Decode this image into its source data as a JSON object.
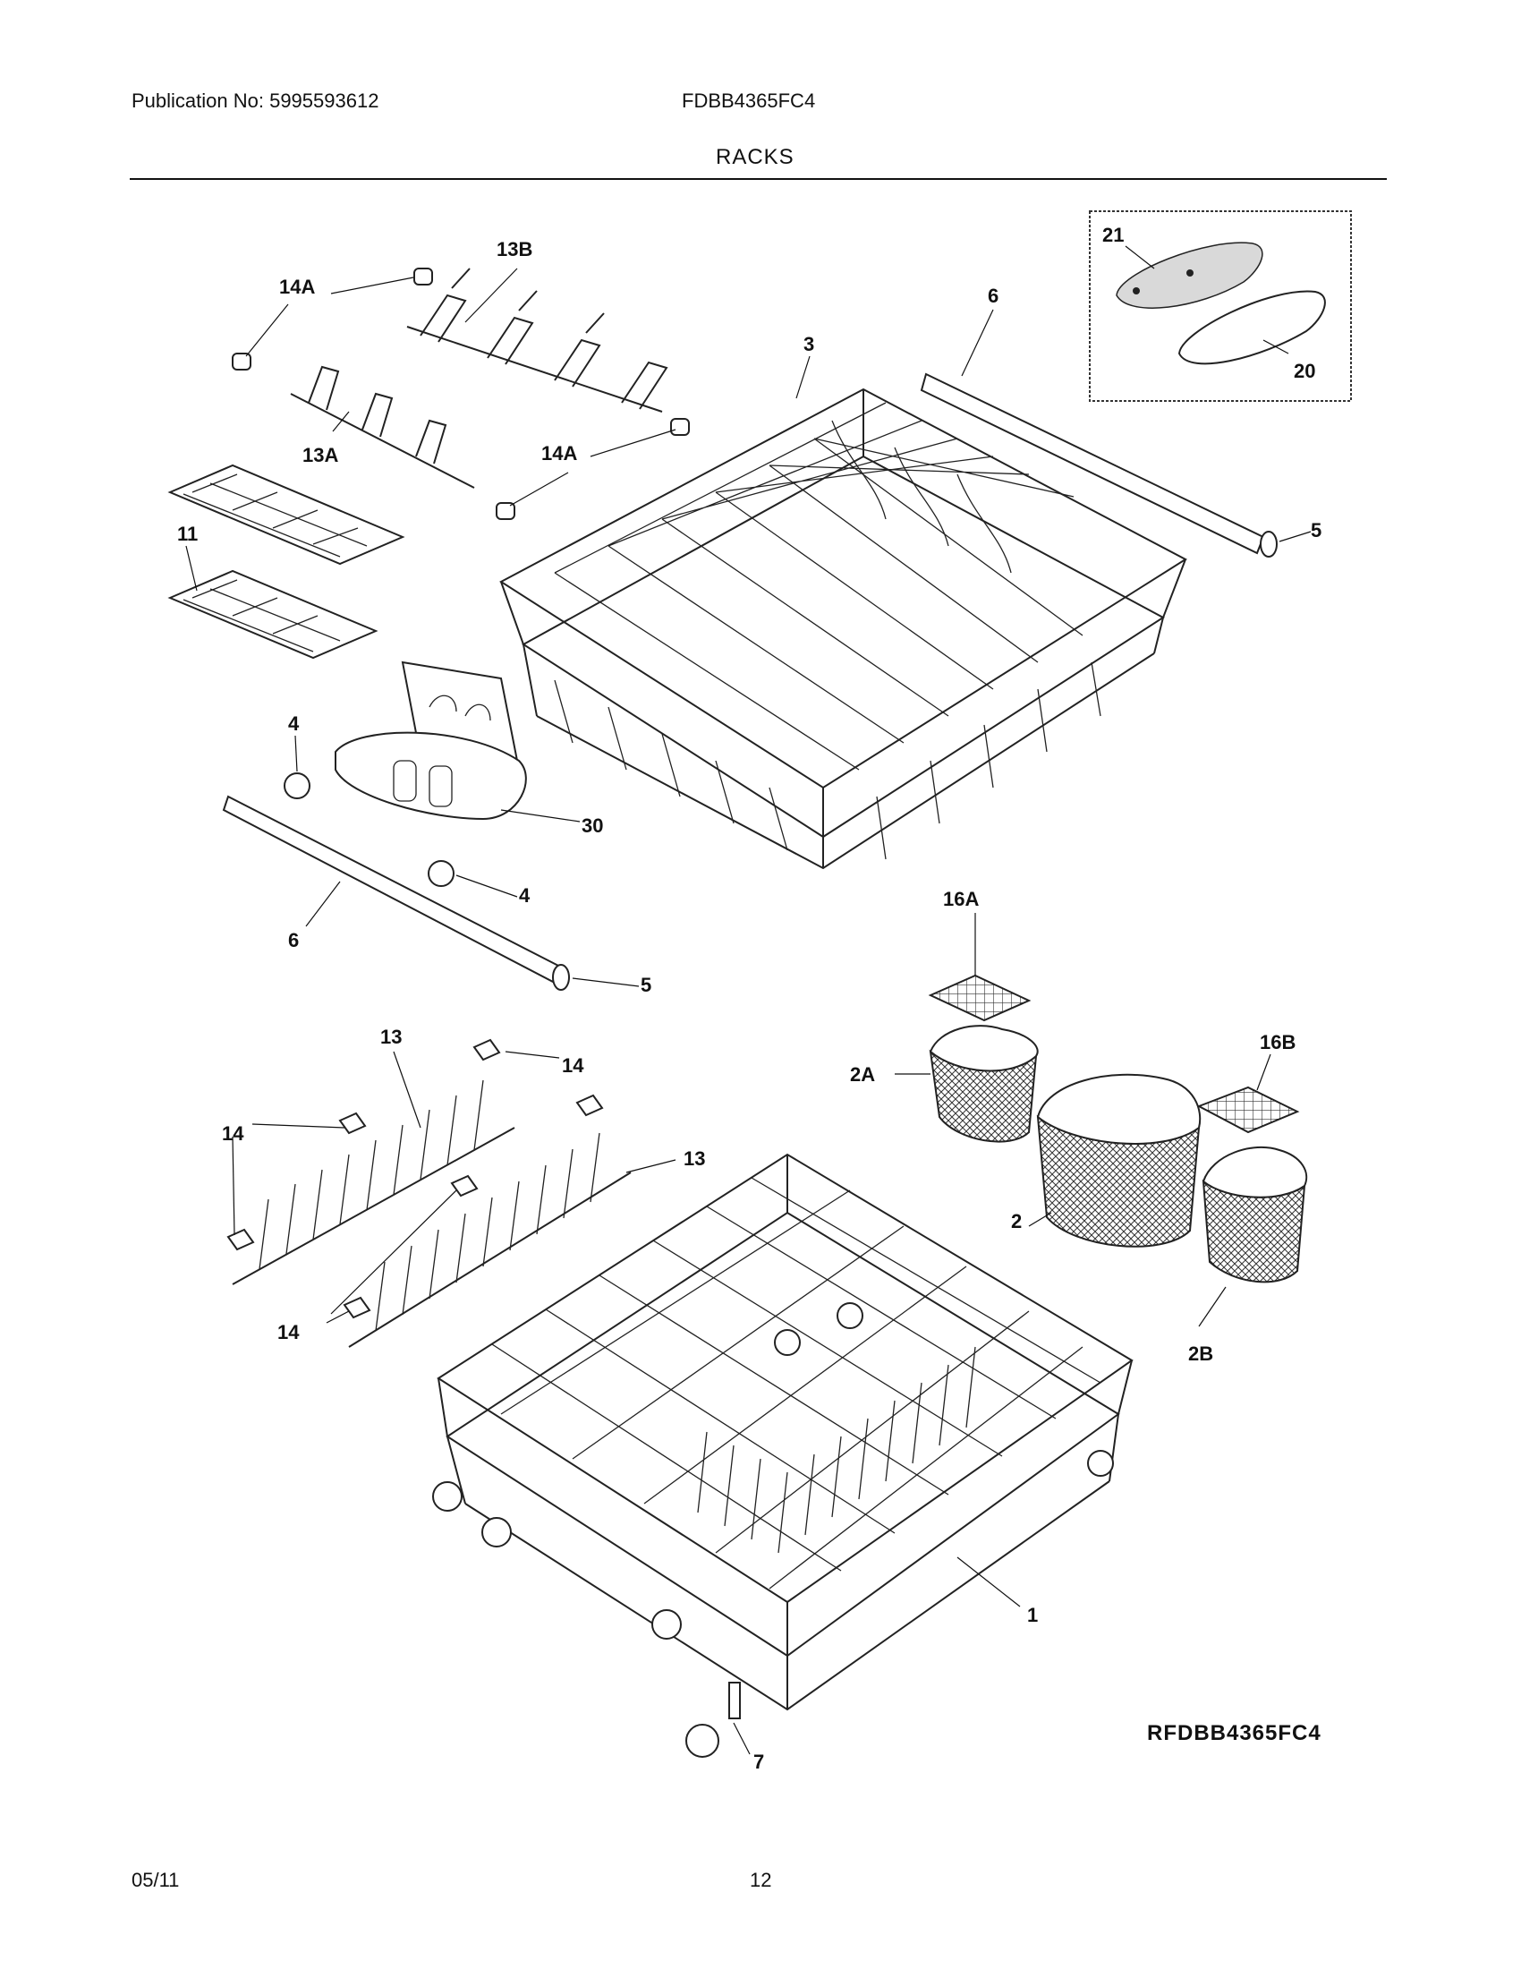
{
  "header": {
    "publication": "Publication No: 5995593612",
    "model": "FDBB4365FC4",
    "section_title": "RACKS"
  },
  "footer": {
    "date": "05/11",
    "page": "12"
  },
  "diagram": {
    "reference_code": "RFDBB4365FC4",
    "callouts": {
      "c1": "1",
      "c2": "2",
      "c2A": "2A",
      "c2B": "2B",
      "c3": "3",
      "c4a": "4",
      "c4b": "4",
      "c5a": "5",
      "c5b": "5",
      "c6a": "6",
      "c6b": "6",
      "c7": "7",
      "c11": "11",
      "c13a": "13",
      "c13b": "13",
      "c13A": "13A",
      "c13B": "13B",
      "c14a": "14",
      "c14b": "14",
      "c14c": "14",
      "c14A1": "14A",
      "c14A2": "14A",
      "c16A": "16A",
      "c16B": "16B",
      "c20": "20",
      "c21": "21",
      "c30": "30"
    }
  }
}
